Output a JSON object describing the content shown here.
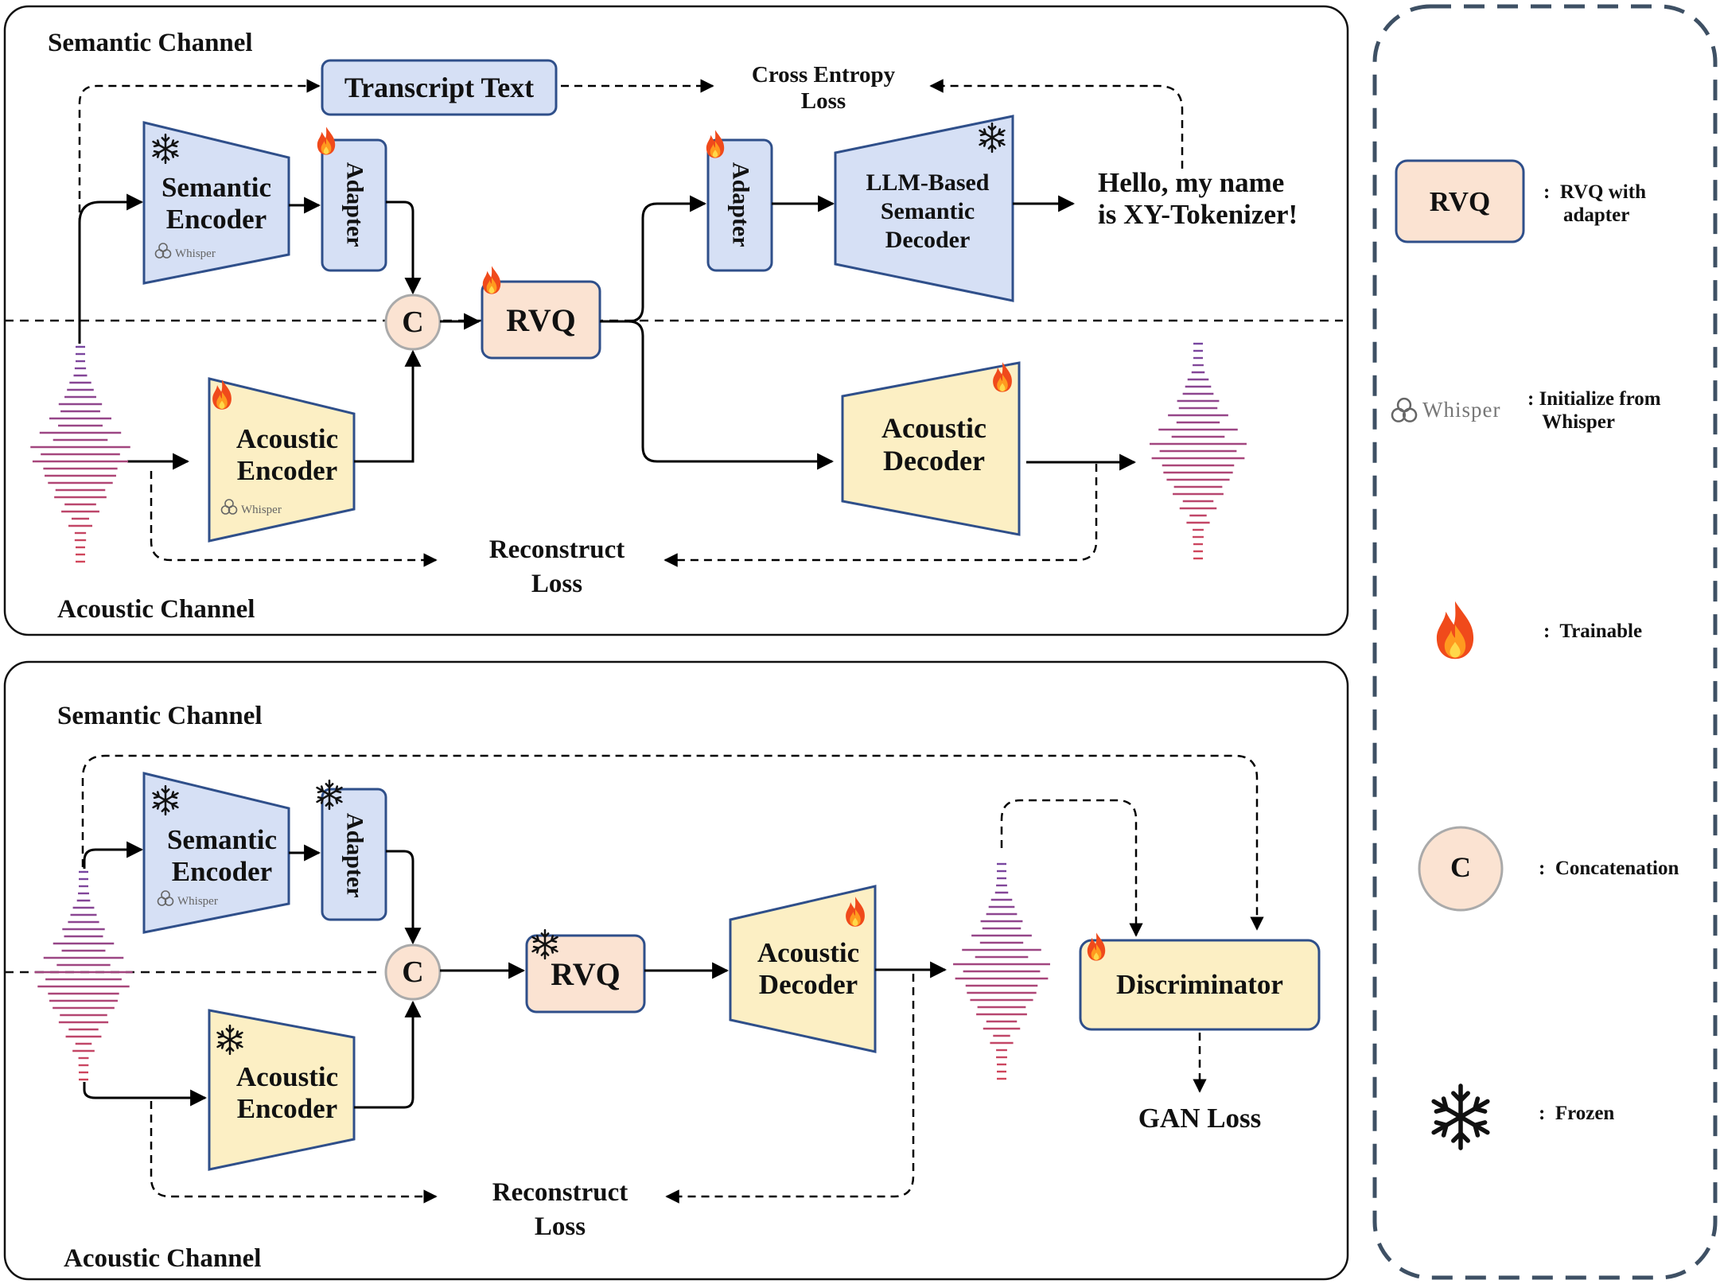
{
  "top_panel": {
    "semantic_channel": "Semantic Channel",
    "acoustic_channel": "Acoustic Channel",
    "transcript_text": "Transcript Text",
    "cross_entropy_loss": "Cross Entropy\nLoss",
    "semantic_encoder": "Semantic\nEncoder",
    "adapter_1": "Adapter",
    "adapter_2": "Adapter",
    "llm_decoder": "LLM-Based\nSemantic\nDecoder",
    "output_text": "Hello, my name\nis XY-Tokenizer!",
    "concat": "C",
    "rvq": "RVQ",
    "acoustic_encoder": "Acoustic\nEncoder",
    "acoustic_decoder": "Acoustic\nDecoder",
    "reconstruct_loss": "Reconstruct\nLoss",
    "whisper_logo_text": "Whisper"
  },
  "bottom_panel": {
    "semantic_channel": "Semantic Channel",
    "acoustic_channel": "Acoustic Channel",
    "semantic_encoder": "Semantic\nEncoder",
    "adapter": "Adapter",
    "concat": "C",
    "rvq": "RVQ",
    "acoustic_encoder": "Acoustic\nEncoder",
    "acoustic_decoder": "Acoustic\nDecoder",
    "discriminator": "Discriminator",
    "gan_loss": "GAN Loss",
    "reconstruct_loss": "Reconstruct\nLoss",
    "whisper_logo_text": "Whisper"
  },
  "legend": {
    "rvq_box": "RVQ",
    "rvq_desc": ":  RVQ with\n    adapter",
    "whisper_text": "Whisper",
    "whisper_desc": ": Initialize from\n   Whisper",
    "trainable_desc": ":  Trainable",
    "concat_symbol": "C",
    "concat_desc": ":  Concatenation",
    "frozen_desc": ":  Frozen"
  },
  "colors": {
    "semantic_fill": "#d6e0f5",
    "acoustic_fill": "#fcefc4",
    "rvq_fill": "#fbe3d2",
    "stroke": "#2f4f8a",
    "legend_border": "#3e5064"
  },
  "icons": {
    "trainable": "flame-icon",
    "frozen": "snowflake-icon",
    "whisper": "whisper-logo-icon",
    "waveform": "waveform-icon"
  }
}
